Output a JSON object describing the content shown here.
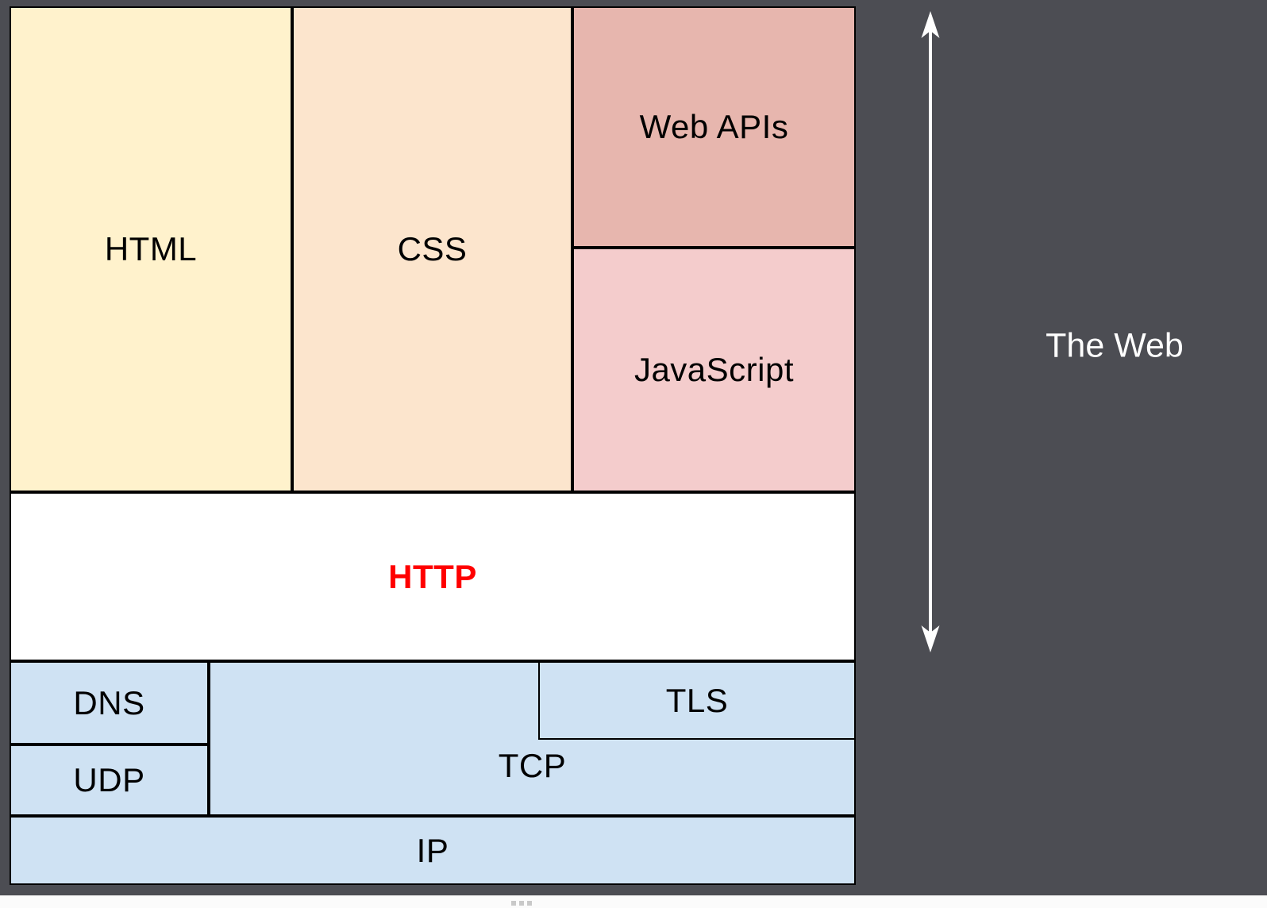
{
  "slide": {
    "background_color": "#4C4D53",
    "boxes": {
      "html": {
        "label": "HTML",
        "color": "#FFF2CC"
      },
      "css": {
        "label": "CSS",
        "color": "#FCE5CD"
      },
      "web_apis": {
        "label": "Web APIs",
        "color": "#E7B6AE"
      },
      "javascript": {
        "label": "JavaScript",
        "color": "#F4CCCC"
      },
      "http": {
        "label": "HTTP",
        "color": "#FFFFFF",
        "label_color": "#FF0000",
        "label_weight": "bold"
      },
      "dns": {
        "label": "DNS",
        "color": "#CFE2F3"
      },
      "udp": {
        "label": "UDP",
        "color": "#CFE2F3"
      },
      "tls": {
        "label": "TLS",
        "color": "#CFE2F3"
      },
      "tcp": {
        "label": "TCP",
        "color": "#CFE2F3"
      },
      "ip": {
        "label": "IP",
        "color": "#CFE2F3"
      }
    },
    "annotation": {
      "label": "The Web",
      "label_color": "#FFFFFF",
      "arrow": "double-headed-vertical-white"
    }
  },
  "footer": {
    "handle_icon": "drag-handle-dots"
  }
}
